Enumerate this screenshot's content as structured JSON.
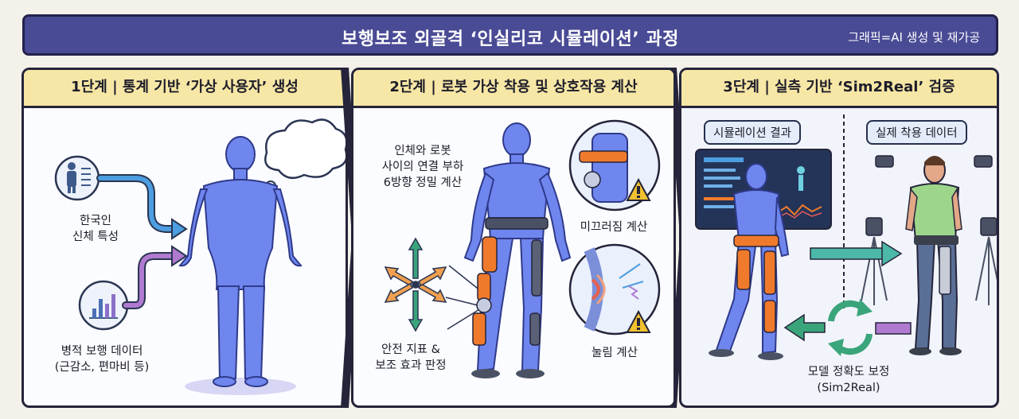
{
  "header": {
    "title": "보행보조 외골격 ‘인실리코 시뮬레이션’ 과정",
    "credit": "그래픽=AI 생성 및 재가공"
  },
  "stages": [
    {
      "heading": "1단계 | 통계 기반 ‘가상 사용자’ 생성",
      "label_body": "한국인\n신체 특성",
      "label_gait": "병적 보행 데이터\n(근감소, 편마비 등)"
    },
    {
      "heading": "2단계 | 로봇 가상 착용 및 상호작용 계산",
      "label_load": "인체와 로봇\n사이의 연결 부하\n6방향 정밀 계산",
      "label_slip": "미끄러짐 계산",
      "label_press": "눌림 계산",
      "label_safety": "안전 지표 &\n보조 효과 판정"
    },
    {
      "heading": "3단계 | 실측 기반 ‘Sim2Real’ 검증",
      "tag_sim": "시뮬레이션 결과",
      "tag_real": "실제 착용 데이터",
      "label_calib": "모델 정확도 보정\n(Sim2Real)"
    }
  ],
  "colors": {
    "banner": "#4a4b95",
    "heading_bg": "#f7e7a6",
    "body": "#6f86ee",
    "exo": "#f07a2c",
    "arrow_blue": "#4c9ee0",
    "arrow_purple": "#b07ad0",
    "arrow_green": "#3aa57a",
    "warn": "#f2c12e"
  },
  "icons": [
    "person-stats-icon",
    "bar-chart-icon",
    "thought-bubble-icon",
    "six-direction-arrows-icon",
    "warning-icon",
    "camera-icon",
    "sync-icon",
    "monitor-icon"
  ]
}
